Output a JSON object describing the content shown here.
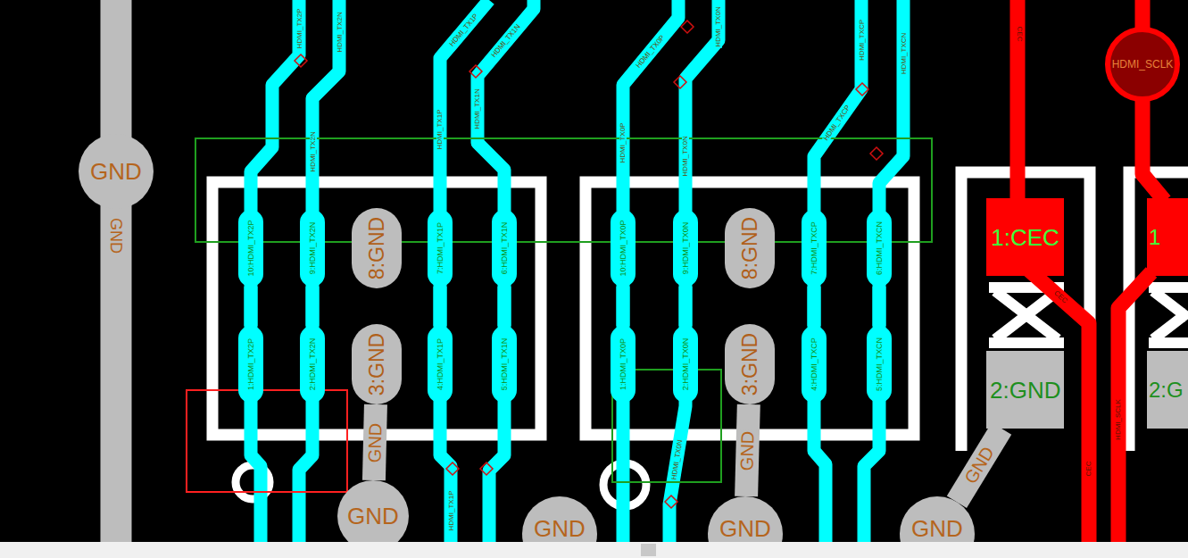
{
  "diagram": {
    "nodes": [
      {
        "text": [
          "GND"
        ]
      },
      {
        "text": [
          "HDMI_SCLK"
        ]
      },
      {
        "text": [
          "10:HDMI_TX2P"
        ]
      },
      {
        "text": [
          "9:HDMI_TX2N"
        ]
      },
      {
        "text": [
          "8:GND"
        ]
      },
      {
        "text": [
          "7:HDMI_TX1P"
        ]
      },
      {
        "text": [
          "6:HDMI_TX1N"
        ]
      },
      {
        "text": [
          "1:HDMI_TX2P"
        ]
      },
      {
        "text": [
          "2:HDMI_TX2N"
        ]
      },
      {
        "text": [
          "3:GND"
        ]
      },
      {
        "text": [
          "4:HDMI_TX1P"
        ]
      },
      {
        "text": [
          "5:HDMI_TX1N"
        ]
      },
      {
        "text": [
          "10:HDMI_TX0P"
        ]
      },
      {
        "text": [
          "9:HDMI_TX0N"
        ]
      },
      {
        "text": [
          "8:GND"
        ]
      },
      {
        "text": [
          "7:HDMI_TXCP"
        ]
      },
      {
        "text": [
          "6:HDMI_TXCN"
        ]
      },
      {
        "text": [
          "1:HDMI_TX0P"
        ]
      },
      {
        "text": [
          "2:HDMI_TX0N"
        ]
      },
      {
        "text": [
          "3:GND"
        ]
      },
      {
        "text": [
          "4:HDMI_TXCP"
        ]
      },
      {
        "text": [
          "5:HDMI_TXCN"
        ]
      },
      {
        "text": [
          "1:CEC"
        ]
      },
      {
        "text": [
          "2:GND"
        ]
      },
      {
        "text": [
          "1"
        ]
      },
      {
        "text": [
          "2:G"
        ]
      },
      {
        "text": [
          "GND"
        ]
      },
      {
        "text": [
          "GND"
        ]
      },
      {
        "text": [
          "GND"
        ]
      },
      {
        "text": [
          "GND"
        ]
      }
    ],
    "edges": [
      {
        "from": 2,
        "to": 7,
        "arrow": "none"
      },
      {
        "from": 3,
        "to": 8,
        "arrow": "none"
      },
      {
        "from": 5,
        "to": 10,
        "arrow": "none"
      },
      {
        "from": 6,
        "to": 11,
        "arrow": "none"
      },
      {
        "from": 12,
        "to": 17,
        "arrow": "none"
      },
      {
        "from": 13,
        "to": 18,
        "arrow": "none"
      },
      {
        "from": 15,
        "to": 20,
        "arrow": "none"
      },
      {
        "from": 16,
        "to": 21,
        "arrow": "none"
      },
      {
        "from": 9,
        "to": 26,
        "label": "GND",
        "arrow": "none"
      },
      {
        "from": 19,
        "to": 28,
        "label": "GND",
        "arrow": "none"
      },
      {
        "from": 23,
        "to": 29,
        "label": "GND",
        "arrow": "none"
      }
    ],
    "labels": [
      "HDMI_TX2P",
      "HDMI_TX2N",
      "HDMI_TX1P",
      "HDMI_TX1N",
      "HDMI_TX1N",
      "HDMI_TX0P",
      "HDMI_TX0N",
      "HDMI_TXCP",
      "HDMI_TXCN",
      "CEC",
      "HDMI_TX2N",
      "HDMI_TX1P",
      "HDMI_TX0P",
      "HDMI_TX0N",
      "HDMI_TXCP",
      "HDMI_TX1P",
      "HDMI_TX0N",
      "CEC",
      "CEC",
      "HDMI_SCLK",
      "GND"
    ]
  }
}
